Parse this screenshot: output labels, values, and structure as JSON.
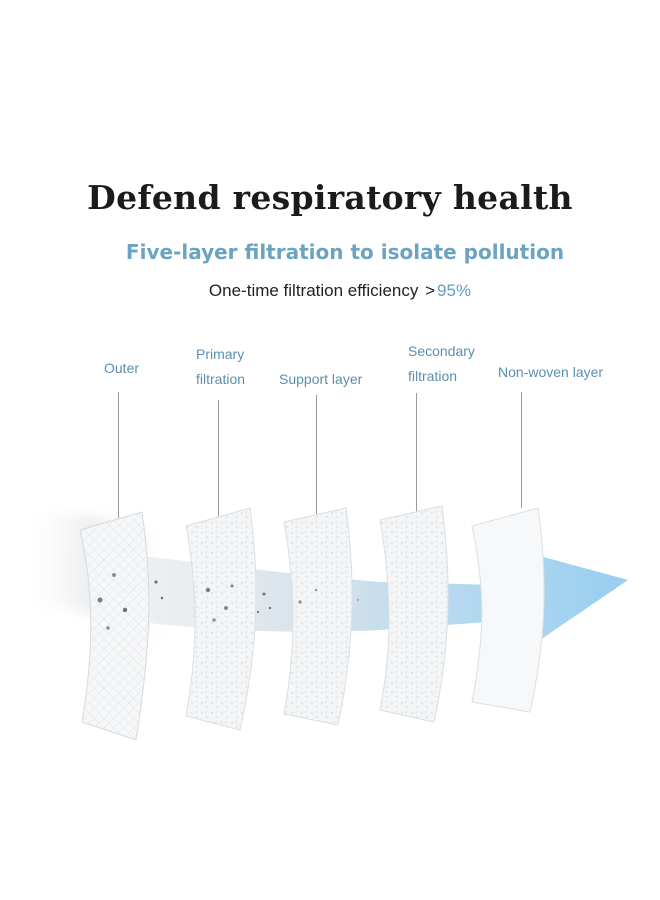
{
  "heading": "Defend respiratory health",
  "subheading": "Five-layer filtration to isolate pollution",
  "efficiency": {
    "text": "One-time filtration efficiency",
    "symbol": ">",
    "value": "95%"
  },
  "layers": [
    {
      "line1": "Outer",
      "line2": ""
    },
    {
      "line1": "Primary",
      "line2": "filtration"
    },
    {
      "line1": "Support layer",
      "line2": ""
    },
    {
      "line1": "Secondary",
      "line2": "filtration"
    },
    {
      "line1": "Non-woven layer",
      "line2": ""
    }
  ],
  "colors": {
    "subheading": "#6aa4c2",
    "labels": "#5b8fb0",
    "airflow": "#8cc8ea"
  }
}
